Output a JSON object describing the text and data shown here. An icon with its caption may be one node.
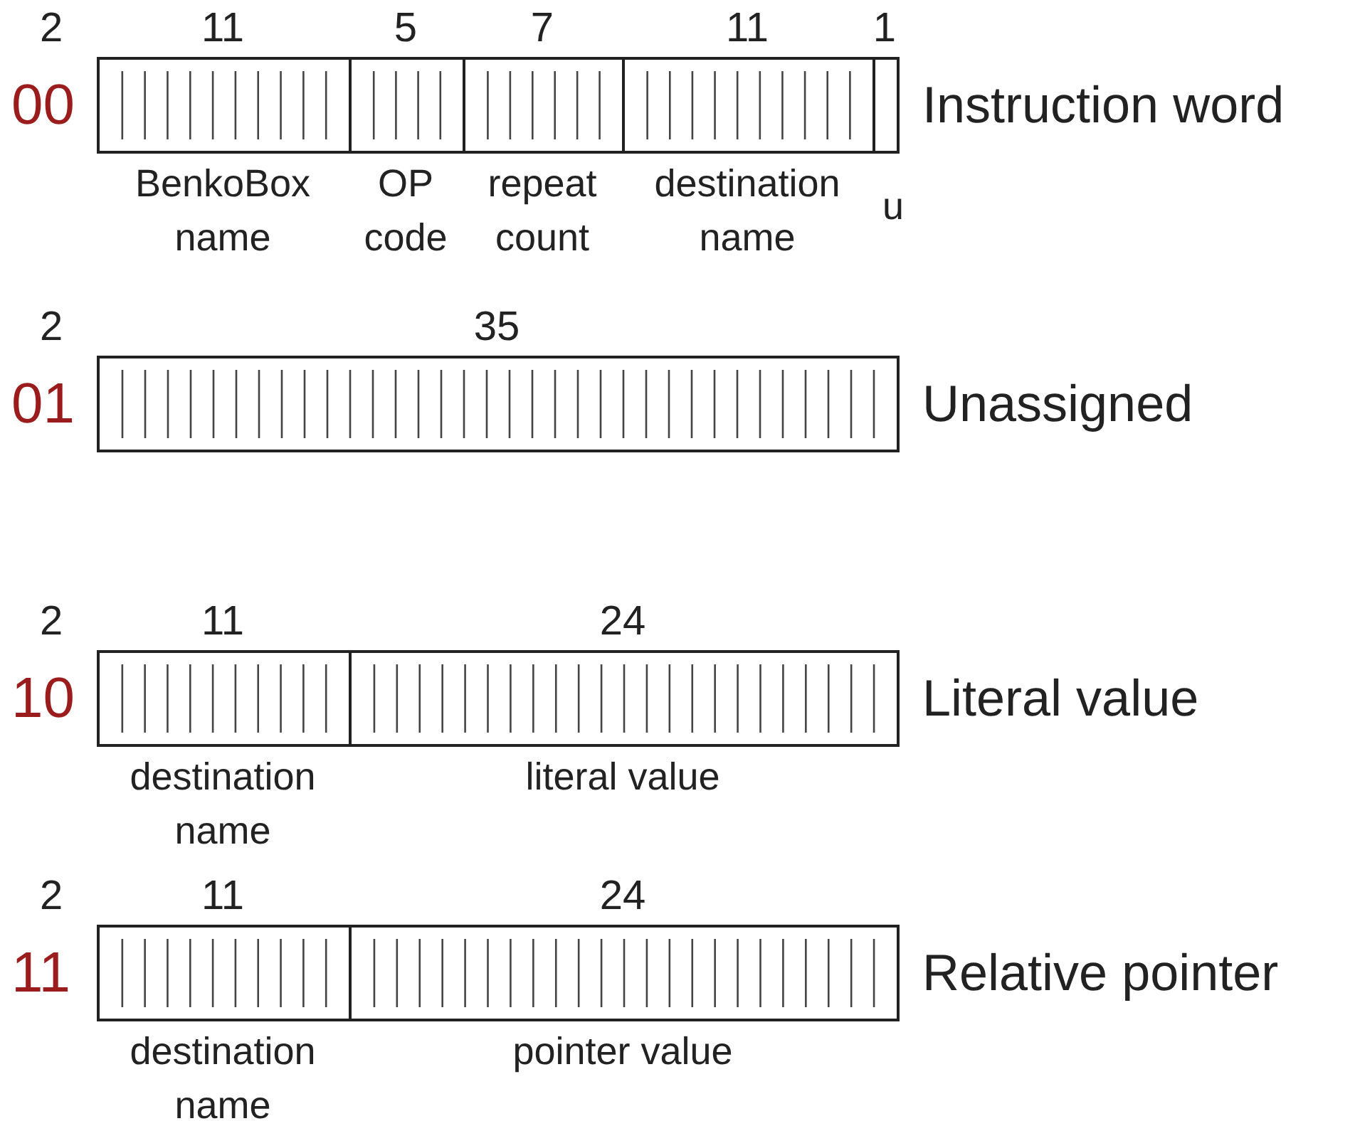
{
  "diagram": {
    "nodes": [
      {
        "text": [],
        "shape": "box",
        "beside": [
          "11",
          "BenkoBox name"
        ]
      },
      {
        "text": [],
        "shape": "box",
        "beside": [
          "5",
          "OP code"
        ]
      },
      {
        "text": [],
        "shape": "box",
        "beside": [
          "7",
          "repeat count"
        ]
      },
      {
        "text": [],
        "shape": "box",
        "beside": [
          "11",
          "destination name"
        ]
      },
      {
        "text": [],
        "shape": "box",
        "beside": [
          "1",
          "u"
        ]
      },
      {
        "text": [],
        "shape": "box",
        "beside": [
          "35"
        ]
      },
      {
        "text": [],
        "shape": "box",
        "beside": [
          "11",
          "destination name"
        ]
      },
      {
        "text": [],
        "shape": "box",
        "beside": [
          "24",
          "literal value"
        ]
      },
      {
        "text": [],
        "shape": "box",
        "beside": [
          "11",
          "destination name"
        ]
      },
      {
        "text": [],
        "shape": "box",
        "beside": [
          "24",
          "pointer value"
        ]
      }
    ],
    "labels": [
      "2",
      "00",
      "Instruction word",
      "2",
      "01",
      "Unassigned",
      "2",
      "10",
      "Literal value",
      "2",
      "11",
      "Relative pointer"
    ]
  }
}
